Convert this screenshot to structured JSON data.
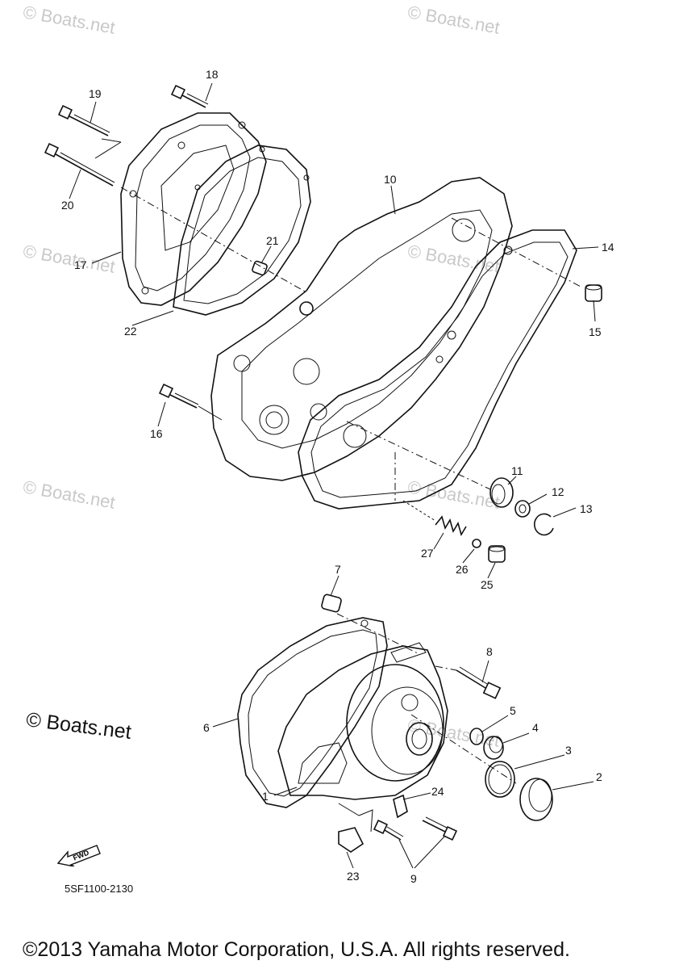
{
  "watermark_text": "© Boats.net",
  "diagram_code": "5SF1100-2130",
  "copyright": "©2013 Yamaha Motor Corporation, U.S.A. All rights reserved.",
  "fwd_label": "FWD",
  "callouts": {
    "c1": "1",
    "c2": "2",
    "c3": "3",
    "c4": "4",
    "c5": "5",
    "c6": "6",
    "c7": "7",
    "c8": "8",
    "c9": "9",
    "c10": "10",
    "c11": "11",
    "c12": "12",
    "c13": "13",
    "c14": "14",
    "c15": "15",
    "c16": "16",
    "c17": "17",
    "c18": "18",
    "c19": "19",
    "c20": "20",
    "c21": "21",
    "c22": "22",
    "c23": "23",
    "c24": "24",
    "c25": "25",
    "c26": "26",
    "c27": "27"
  }
}
